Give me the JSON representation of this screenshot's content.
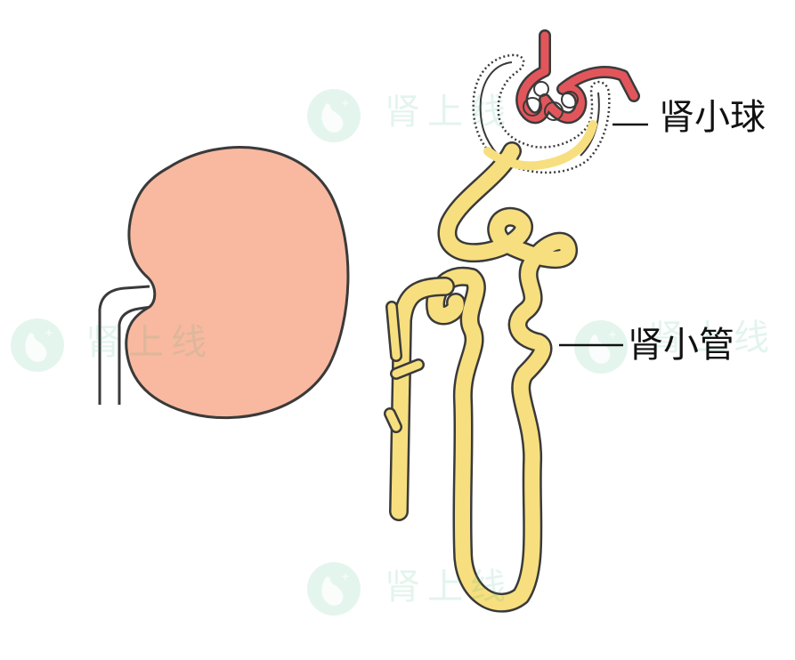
{
  "labels": {
    "glomerulus": "肾小球",
    "tubule": "肾小管"
  },
  "watermark": {
    "text": "肾上线"
  },
  "colors": {
    "kidney": "#f8b9a0",
    "tubule": "#f7df7f",
    "capillary": "#e2565b",
    "outline": "#3a3a3a",
    "watermark": "#2fae7e"
  }
}
